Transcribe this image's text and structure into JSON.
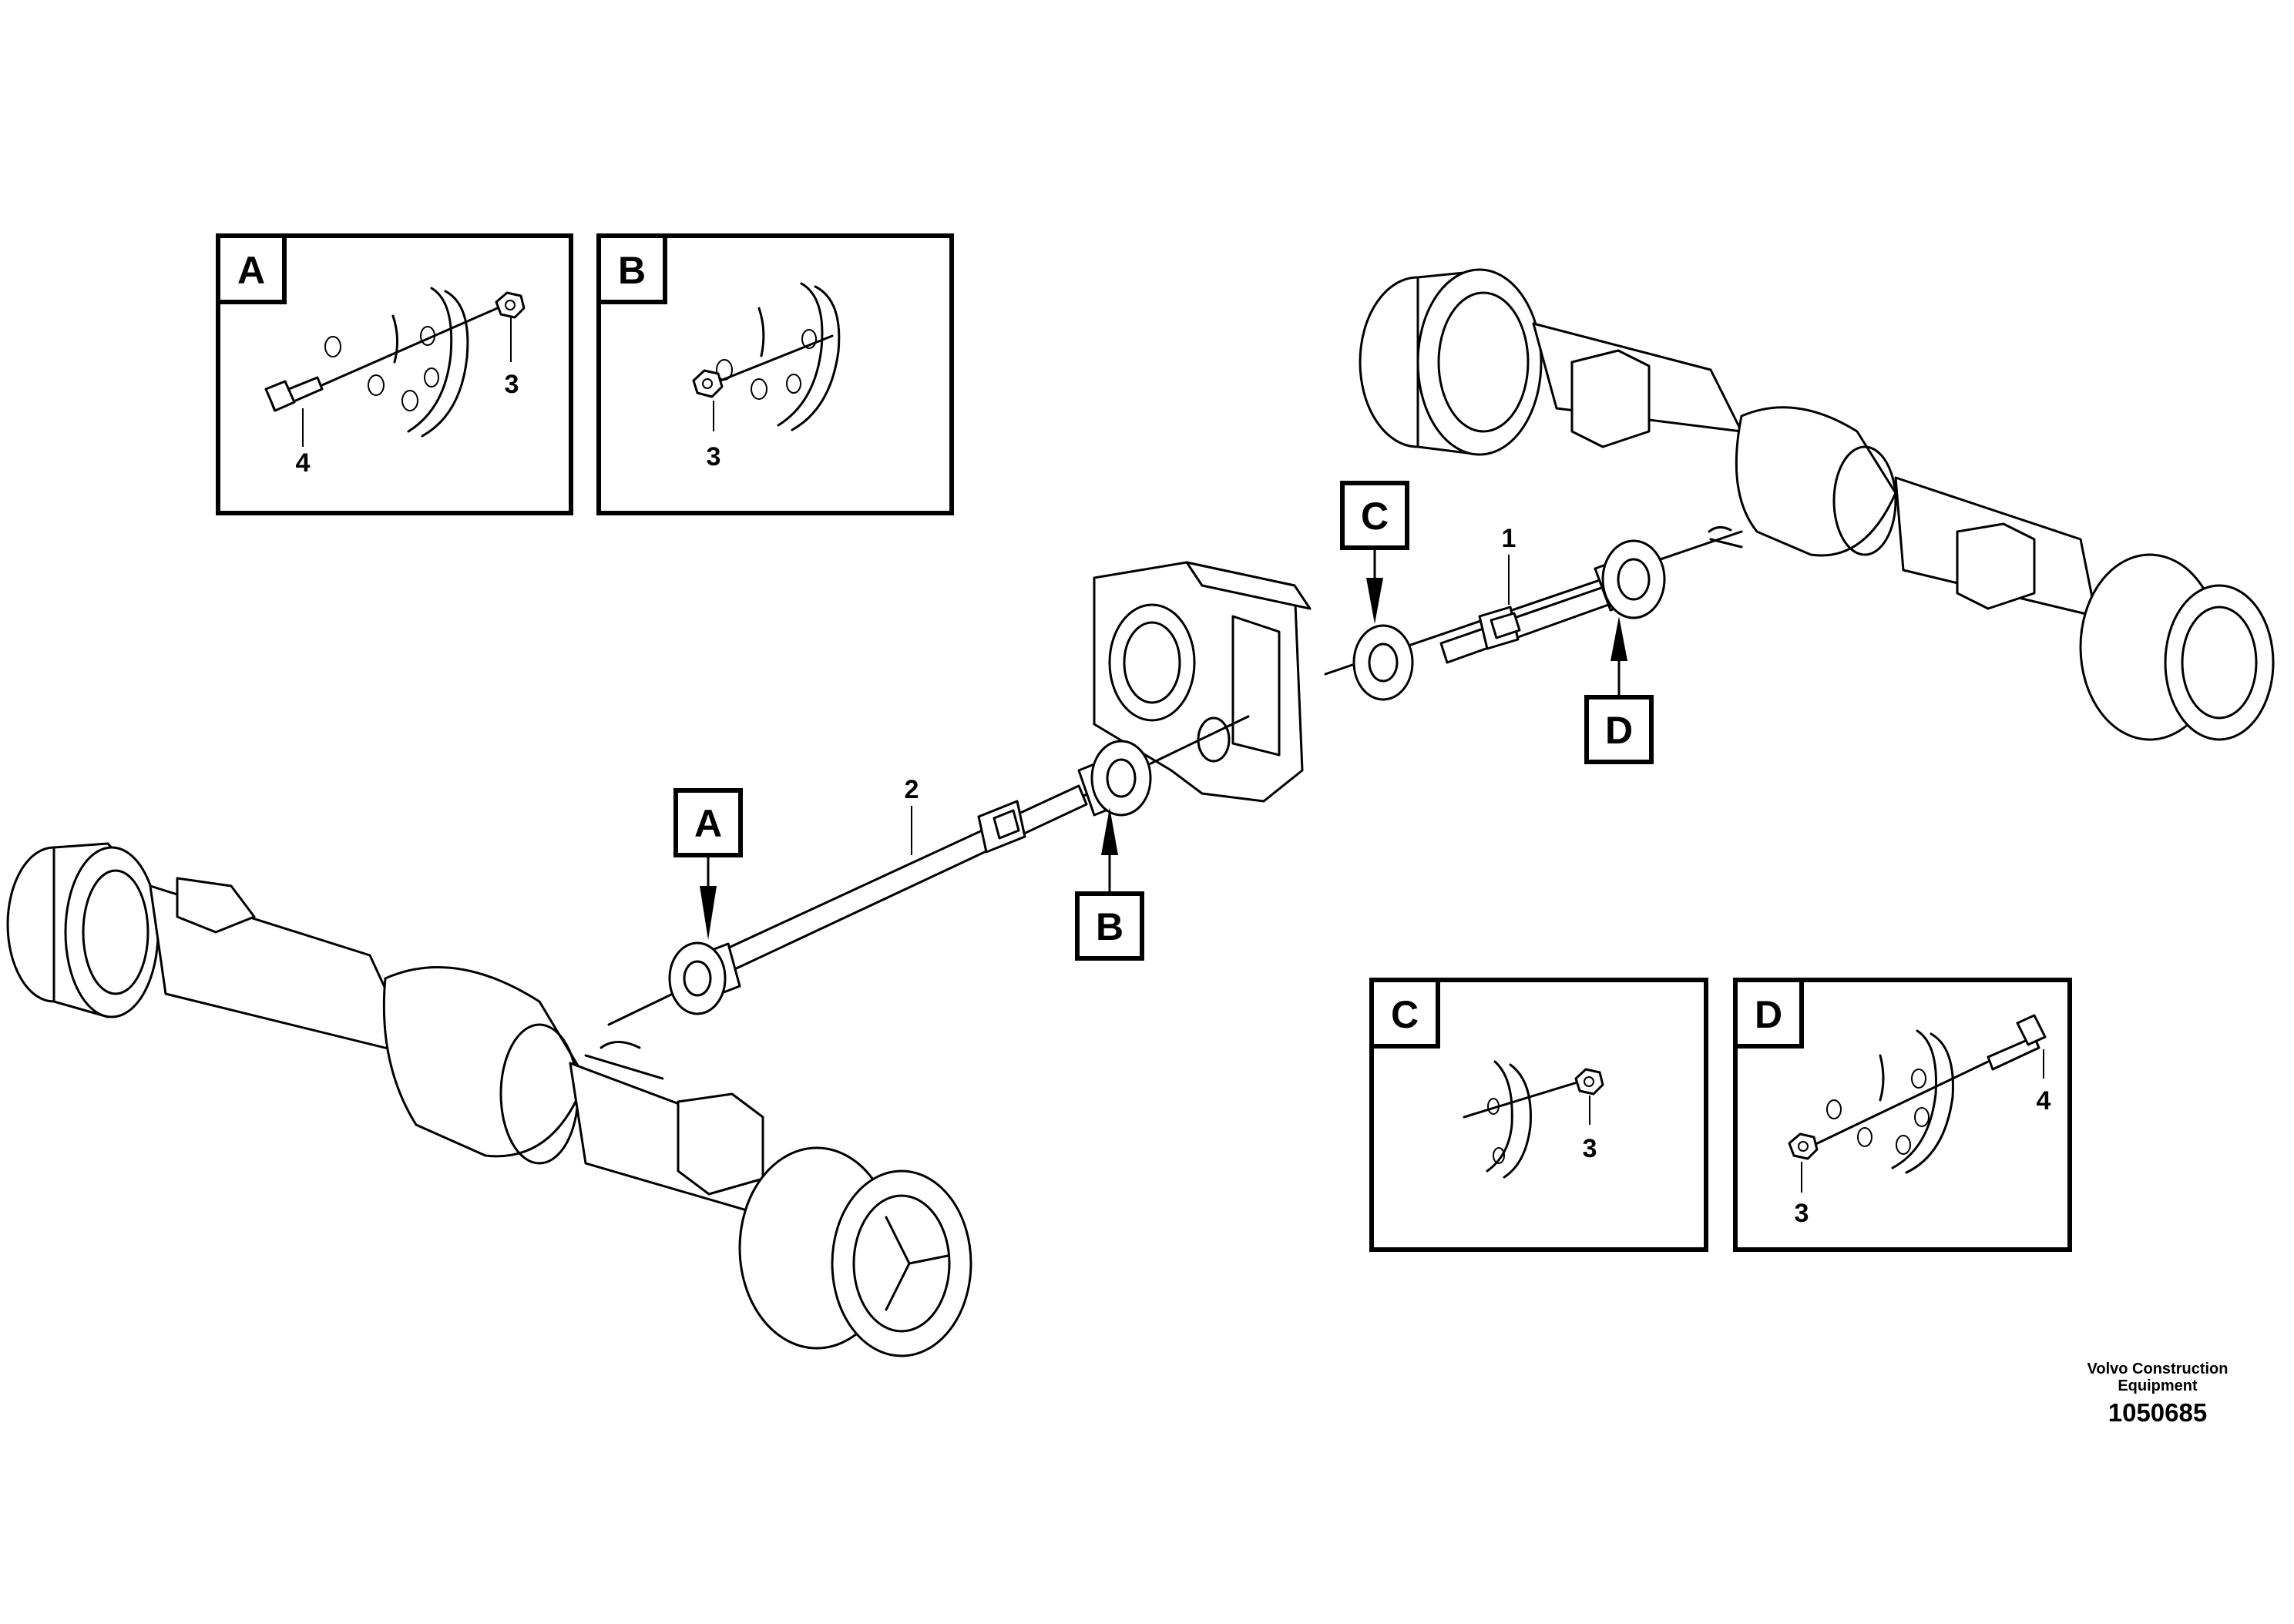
{
  "callouts": {
    "A": "A",
    "B": "B",
    "C": "C",
    "D": "D"
  },
  "item_numbers": {
    "shaft_rear": "1",
    "shaft_front": "2",
    "nut": "3",
    "bolt": "4"
  },
  "credit": {
    "line1": "Volvo Construction",
    "line2": "Equipment",
    "doc_number": "1050685"
  }
}
